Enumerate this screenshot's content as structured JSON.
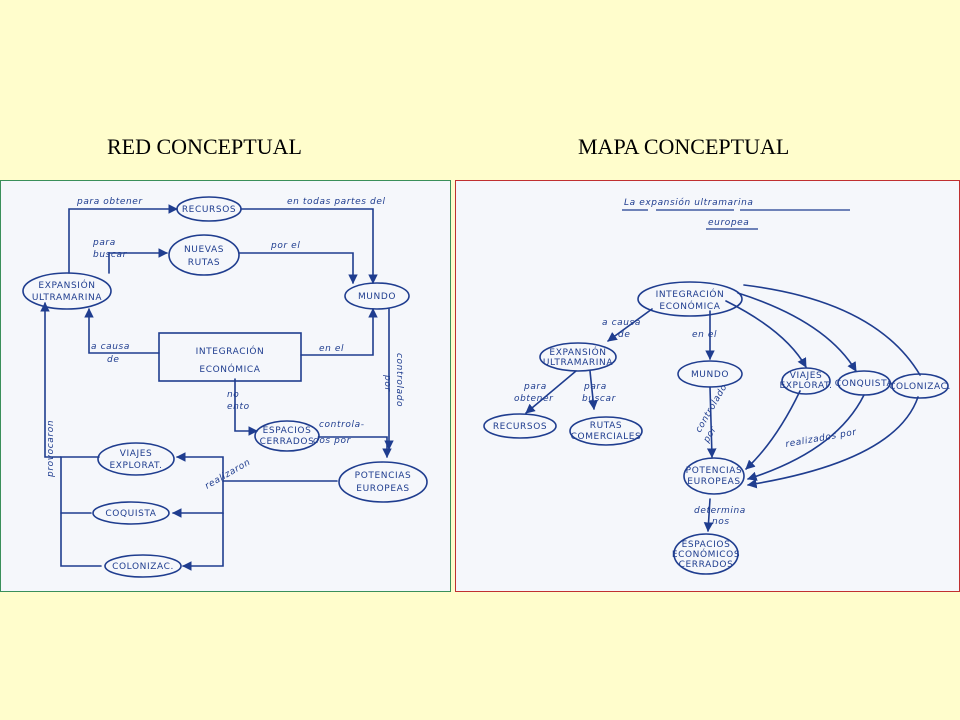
{
  "headings": {
    "left": "RED CONCEPTUAL",
    "right": "MAPA CONCEPTUAL"
  },
  "red": {
    "nodes": {
      "recursos": "RECURSOS",
      "nuevas_rutas_1": "NUEVAS",
      "nuevas_rutas_2": "RUTAS",
      "expansion_1": "EXPANSIÓN",
      "expansion_2": "ULTRAMARINA",
      "mundo": "MUNDO",
      "integracion_1": "INTEGRACIÓN",
      "integracion_2": "ECONÓMICA",
      "espacios_1": "ESPACIOS",
      "espacios_2": "CERRADOS",
      "potencias_1": "POTENCIAS",
      "potencias_2": "EUROPEAS",
      "viajes_1": "VIAJES",
      "viajes_2": "EXPLORAT.",
      "conquista": "COQUISTA",
      "colonizac": "COLONIZAC."
    },
    "links": {
      "para_obtener": "para obtener",
      "en_todas_partes": "en todas partes del",
      "para_buscar_1": "para",
      "para_buscar_2": "buscar",
      "por_el": "por el",
      "a_causa_de_1": "a causa",
      "a_causa_de_2": "de",
      "en_el": "en el",
      "crearon_1": "no",
      "crearon_2": "ento",
      "controlados_1": "controla-",
      "controlados_2": "dos por",
      "controlado_por_1": "controlado",
      "controlado_por_2": "por",
      "provocaron": "provocaron",
      "realizaron": "realizaron"
    }
  },
  "mapa": {
    "title_1": "La expansión ultramarina",
    "title_2": "europea",
    "nodes": {
      "integracion_1": "INTEGRACIÓN",
      "integracion_2": "ECONÓMICA",
      "expansion_1": "EXPANSIÓN",
      "expansion_2": "ULTRAMARINA",
      "mundo": "MUNDO",
      "viajes_1": "VIAJES",
      "viajes_2": "EXPLORAT.",
      "conquista": "CONQUISTA",
      "colonizac": "COLONIZAC.",
      "recursos": "RECURSOS",
      "rutas_1": "RUTAS",
      "rutas_2": "COMERCIALES",
      "potencias_1": "POTENCIAS",
      "potencias_2": "EUROPEAS",
      "espacios_1": "ESPACIOS",
      "espacios_2": "ECONÓMICOS",
      "espacios_3": "CERRADOS"
    },
    "links": {
      "a_causa_de_1": "a causa",
      "a_causa_de_2": "de",
      "en_el": "en el",
      "para_obtener_1": "para",
      "para_obtener_2": "obtener",
      "para_buscar_1": "para",
      "para_buscar_2": "buscar",
      "controlado_por_1": "controlado",
      "controlado_por_2": "por",
      "realizados_por": "realizados por",
      "determina_1": "determina",
      "determina_2": "nos"
    }
  }
}
